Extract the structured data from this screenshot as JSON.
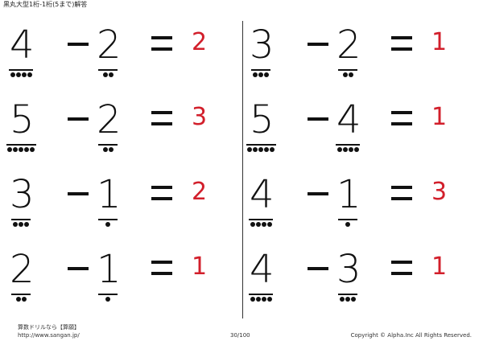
{
  "title": "黒丸大型1桁-1桁(5まで)解答",
  "problems": [
    {
      "a": "4",
      "op": "ー",
      "b": "2",
      "eq": "=",
      "answer": "2",
      "dots_a": 4,
      "dots_b": 2
    },
    {
      "a": "5",
      "op": "ー",
      "b": "2",
      "eq": "=",
      "answer": "3",
      "dots_a": 5,
      "dots_b": 2
    },
    {
      "a": "3",
      "op": "ー",
      "b": "1",
      "eq": "=",
      "answer": "2",
      "dots_a": 3,
      "dots_b": 1
    },
    {
      "a": "2",
      "op": "ー",
      "b": "1",
      "eq": "=",
      "answer": "1",
      "dots_a": 2,
      "dots_b": 1
    },
    {
      "a": "3",
      "op": "ー",
      "b": "2",
      "eq": "=",
      "answer": "1",
      "dots_a": 3,
      "dots_b": 2
    },
    {
      "a": "5",
      "op": "ー",
      "b": "4",
      "eq": "=",
      "answer": "1",
      "dots_a": 5,
      "dots_b": 4
    },
    {
      "a": "4",
      "op": "ー",
      "b": "1",
      "eq": "=",
      "answer": "3",
      "dots_a": 4,
      "dots_b": 1
    },
    {
      "a": "4",
      "op": "ー",
      "b": "3",
      "eq": "=",
      "answer": "1",
      "dots_a": 4,
      "dots_b": 3
    }
  ],
  "footer": {
    "site_name": "算数ドリルなら【算願】",
    "url": "http://www.sangan.jp/",
    "page": "30/100",
    "copyright": "Copyright © Alpha.Inc All Rights Reserved."
  },
  "colors": {
    "answer": "#d21f2b",
    "ink": "#111111"
  }
}
